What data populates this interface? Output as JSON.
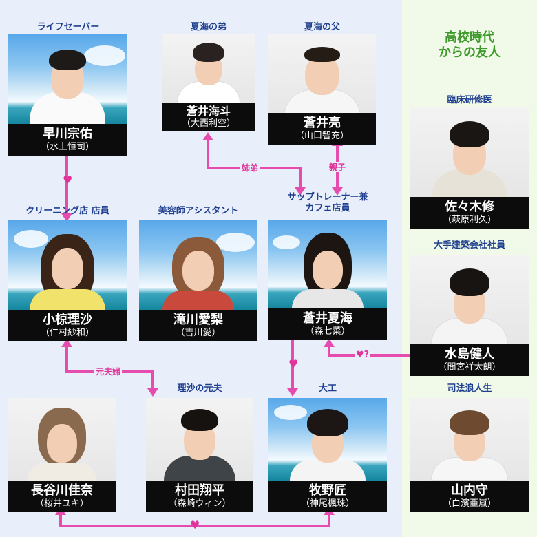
{
  "side_header": [
    "高校時代",
    "からの友人"
  ],
  "colors": {
    "link": "#e64cae",
    "label": "#1f3f8f",
    "group_head": "#3e9a2a",
    "namebar": "#0c0c0c"
  },
  "people": {
    "hayakawa": {
      "role": "ライフセーバー",
      "name": "早川宗佑",
      "actor": "（水上恒司）"
    },
    "kaito": {
      "role": "夏海の弟",
      "name": "蒼井海斗",
      "actor": "（大西利空）"
    },
    "ryo": {
      "role": "夏海の父",
      "name": "蒼井亮",
      "actor": "（山口智充）"
    },
    "sasaki": {
      "role": "臨床研修医",
      "name": "佐々木修",
      "actor": "（萩原利久）"
    },
    "risa": {
      "role": "クリーニング店 店員",
      "name": "小椋理沙",
      "actor": "（仁村紗和）"
    },
    "airi": {
      "role": "美容師アシスタント",
      "name": "滝川愛梨",
      "actor": "（吉川愛）"
    },
    "natsumi": {
      "role": [
        "サップトレーナー兼",
        "カフェ店員"
      ],
      "name": "蒼井夏海",
      "actor": "（森七菜）"
    },
    "mizushima": {
      "role": "大手建築会社社員",
      "name": "水島健人",
      "actor": "（間宮祥太朗）"
    },
    "hasegawa": {
      "role": "",
      "name": "長谷川佳奈",
      "actor": "（桜井ユキ）"
    },
    "murata": {
      "role": "理沙の元夫",
      "name": "村田翔平",
      "actor": "（森崎ウィン）"
    },
    "makino": {
      "role": "大工",
      "name": "牧野匠",
      "actor": "（神尾楓珠）"
    },
    "yamauchi": {
      "role": "司法浪人生",
      "name": "山内守",
      "actor": "（白濱亜嵐）"
    }
  },
  "relations": {
    "siblings": "姉弟",
    "parent_child": "親子",
    "ex_couple": "元夫婦",
    "mizushima_natsumi": "♥?",
    "heart": "♥"
  }
}
